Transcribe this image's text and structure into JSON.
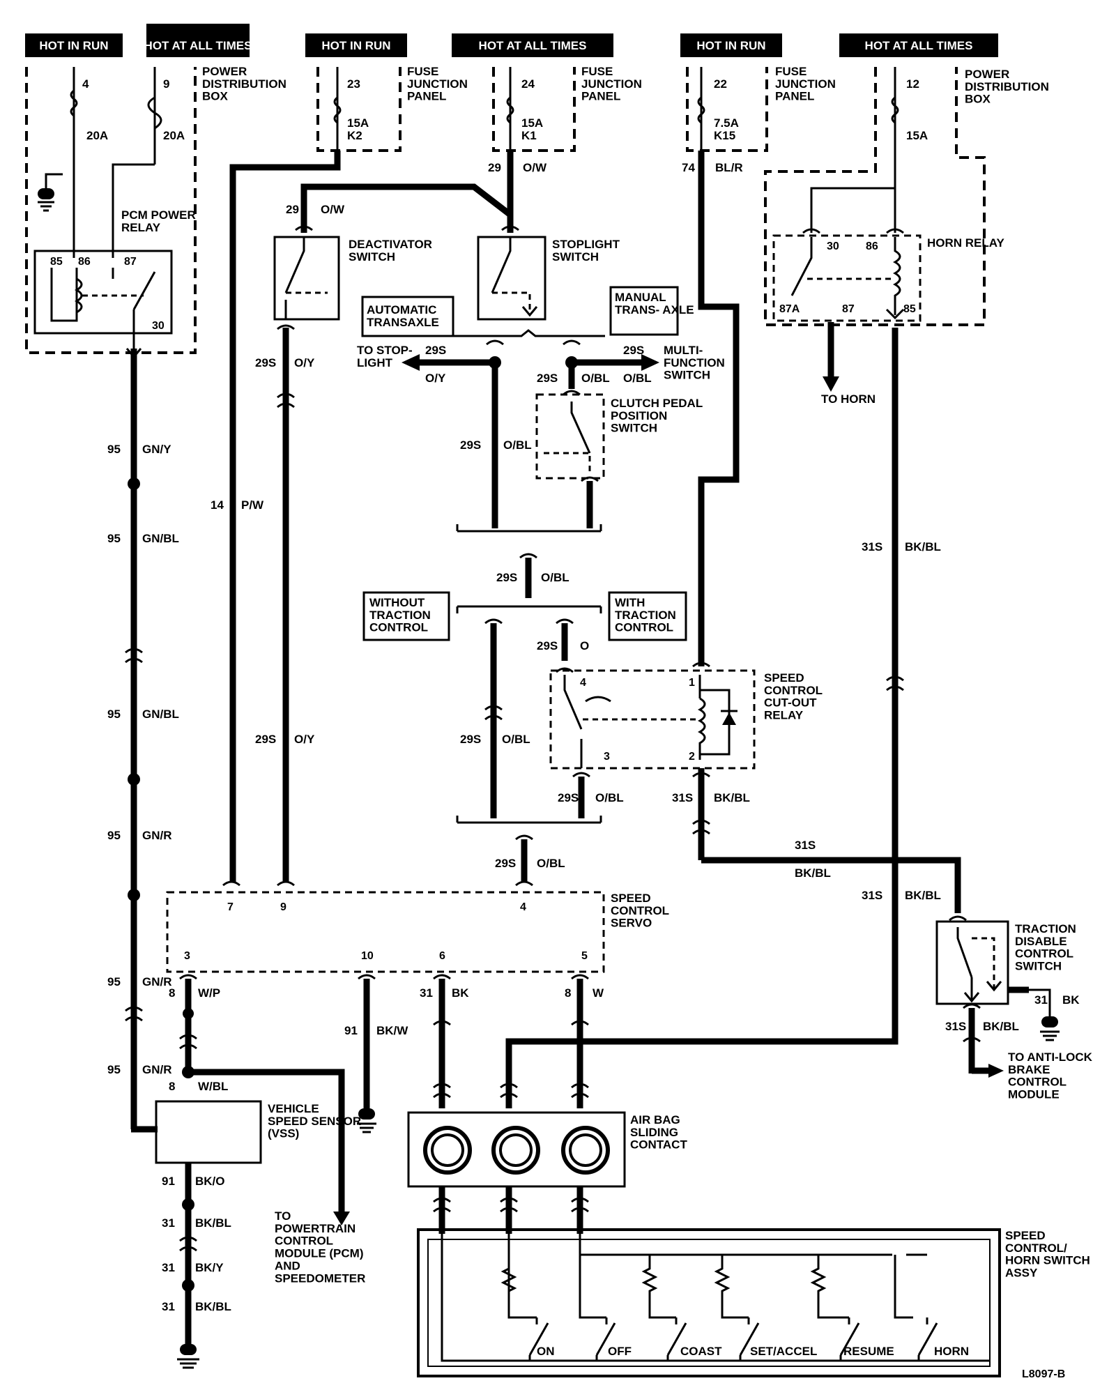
{
  "headers": [
    "HOT IN RUN",
    "HOT AT ALL TIMES",
    "HOT IN RUN",
    "HOT AT ALL TIMES",
    "HOT IN RUN",
    "HOT AT ALL TIMES"
  ],
  "fuses": [
    {
      "circuit": "4",
      "rating": "20A",
      "location": ""
    },
    {
      "circuit": "9",
      "rating": "20A",
      "location": ""
    },
    {
      "circuit": "23",
      "rating": "15A",
      "location": "K2"
    },
    {
      "circuit": "24",
      "rating": "15A",
      "location": "K1"
    },
    {
      "circuit": "22",
      "rating": "7.5A",
      "location": "K15"
    },
    {
      "circuit": "12",
      "rating": "15A",
      "location": ""
    }
  ],
  "components": {
    "power_distribution_box": "POWER DISTRIBUTION BOX",
    "fuse_junction_panel": "FUSE JUNCTION PANEL",
    "pcm_power_relay": "PCM POWER RELAY",
    "deactivator_switch": "DEACTIVATOR SWITCH",
    "stoplight_switch": "STOPLIGHT SWITCH",
    "horn_relay": "HORN RELAY",
    "automatic_transaxle": "AUTOMATIC TRANSAXLE",
    "manual_transaxle": "MANUAL TRANS- AXLE",
    "to_stoplight": "TO STOP- LIGHT",
    "multifunction_switch": "MULTI- FUNCTION SWITCH",
    "clutch_pedal_switch": "CLUTCH PEDAL POSITION SWITCH",
    "to_horn": "TO HORN",
    "without_traction": "WITHOUT TRACTION CONTROL",
    "with_traction": "WITH TRACTION CONTROL",
    "cutout_relay": "SPEED CONTROL CUT-OUT RELAY",
    "speed_control_servo": "SPEED CONTROL SERVO",
    "traction_disable_switch": "TRACTION DISABLE CONTROL SWITCH",
    "to_abs_module": "TO ANTI-LOCK BRAKE CONTROL MODULE",
    "vss": "VEHICLE SPEED SENSOR (VSS)",
    "to_pcm": "TO POWERTRAIN CONTROL MODULE (PCM) AND SPEEDOMETER",
    "air_bag_contact": "AIR BAG SLIDING CONTACT",
    "horn_switch_assy": "SPEED CONTROL/ HORN SWITCH ASSY"
  },
  "relay_pins": {
    "pcm": [
      "85",
      "86",
      "87",
      "30"
    ],
    "horn": [
      "30",
      "86",
      "87A",
      "87",
      "85"
    ],
    "cutout": [
      "4",
      "1",
      "3",
      "2"
    ]
  },
  "servo_pins": [
    "7",
    "9",
    "4",
    "3",
    "10",
    "6",
    "5"
  ],
  "switches": [
    "ON",
    "OFF",
    "COAST",
    "SET/ACCEL",
    "RESUME",
    "HORN"
  ],
  "wires": [
    {
      "circuit": "29",
      "color": "O/W"
    },
    {
      "circuit": "29",
      "color": "O/W"
    },
    {
      "circuit": "74",
      "color": "BL/R"
    },
    {
      "circuit": "29S",
      "color": "O/Y"
    },
    {
      "circuit": "29S",
      "color": "O/Y"
    },
    {
      "circuit": "29S",
      "color": "O/Y"
    },
    {
      "circuit": "29S",
      "color": "O/BL"
    },
    {
      "circuit": "29S",
      "color": "O/BL"
    },
    {
      "circuit": "29S",
      "color": "O/BL"
    },
    {
      "circuit": "95",
      "color": "GN/Y"
    },
    {
      "circuit": "95",
      "color": "GN/BL"
    },
    {
      "circuit": "95",
      "color": "GN/BL"
    },
    {
      "circuit": "95",
      "color": "GN/R"
    },
    {
      "circuit": "95",
      "color": "GN/R"
    },
    {
      "circuit": "95",
      "color": "GN/R"
    },
    {
      "circuit": "14",
      "color": "P/W"
    },
    {
      "circuit": "29S",
      "color": "O/BL"
    },
    {
      "circuit": "29S",
      "color": "O"
    },
    {
      "circuit": "29S",
      "color": "O/BL"
    },
    {
      "circuit": "29S",
      "color": "O/BL"
    },
    {
      "circuit": "31S",
      "color": "BK/BL"
    },
    {
      "circuit": "31S",
      "color": "BK/BL"
    },
    {
      "circuit": "31S",
      "color": "BK/BL"
    },
    {
      "circuit": "31S",
      "color": "BK/BL"
    },
    {
      "circuit": "31S",
      "color": "BK/BL"
    },
    {
      "circuit": "29S",
      "color": "O/BL"
    },
    {
      "circuit": "31",
      "color": "BK"
    },
    {
      "circuit": "8",
      "color": "W/P"
    },
    {
      "circuit": "91",
      "color": "BK/W"
    },
    {
      "circuit": "31",
      "color": "BK"
    },
    {
      "circuit": "8",
      "color": "W"
    },
    {
      "circuit": "8",
      "color": "W/BL"
    },
    {
      "circuit": "91",
      "color": "BK/O"
    },
    {
      "circuit": "31",
      "color": "BK/BL"
    },
    {
      "circuit": "31",
      "color": "BK/Y"
    },
    {
      "circuit": "31",
      "color": "BK/BL"
    }
  ],
  "figure_id": "L8097-B"
}
